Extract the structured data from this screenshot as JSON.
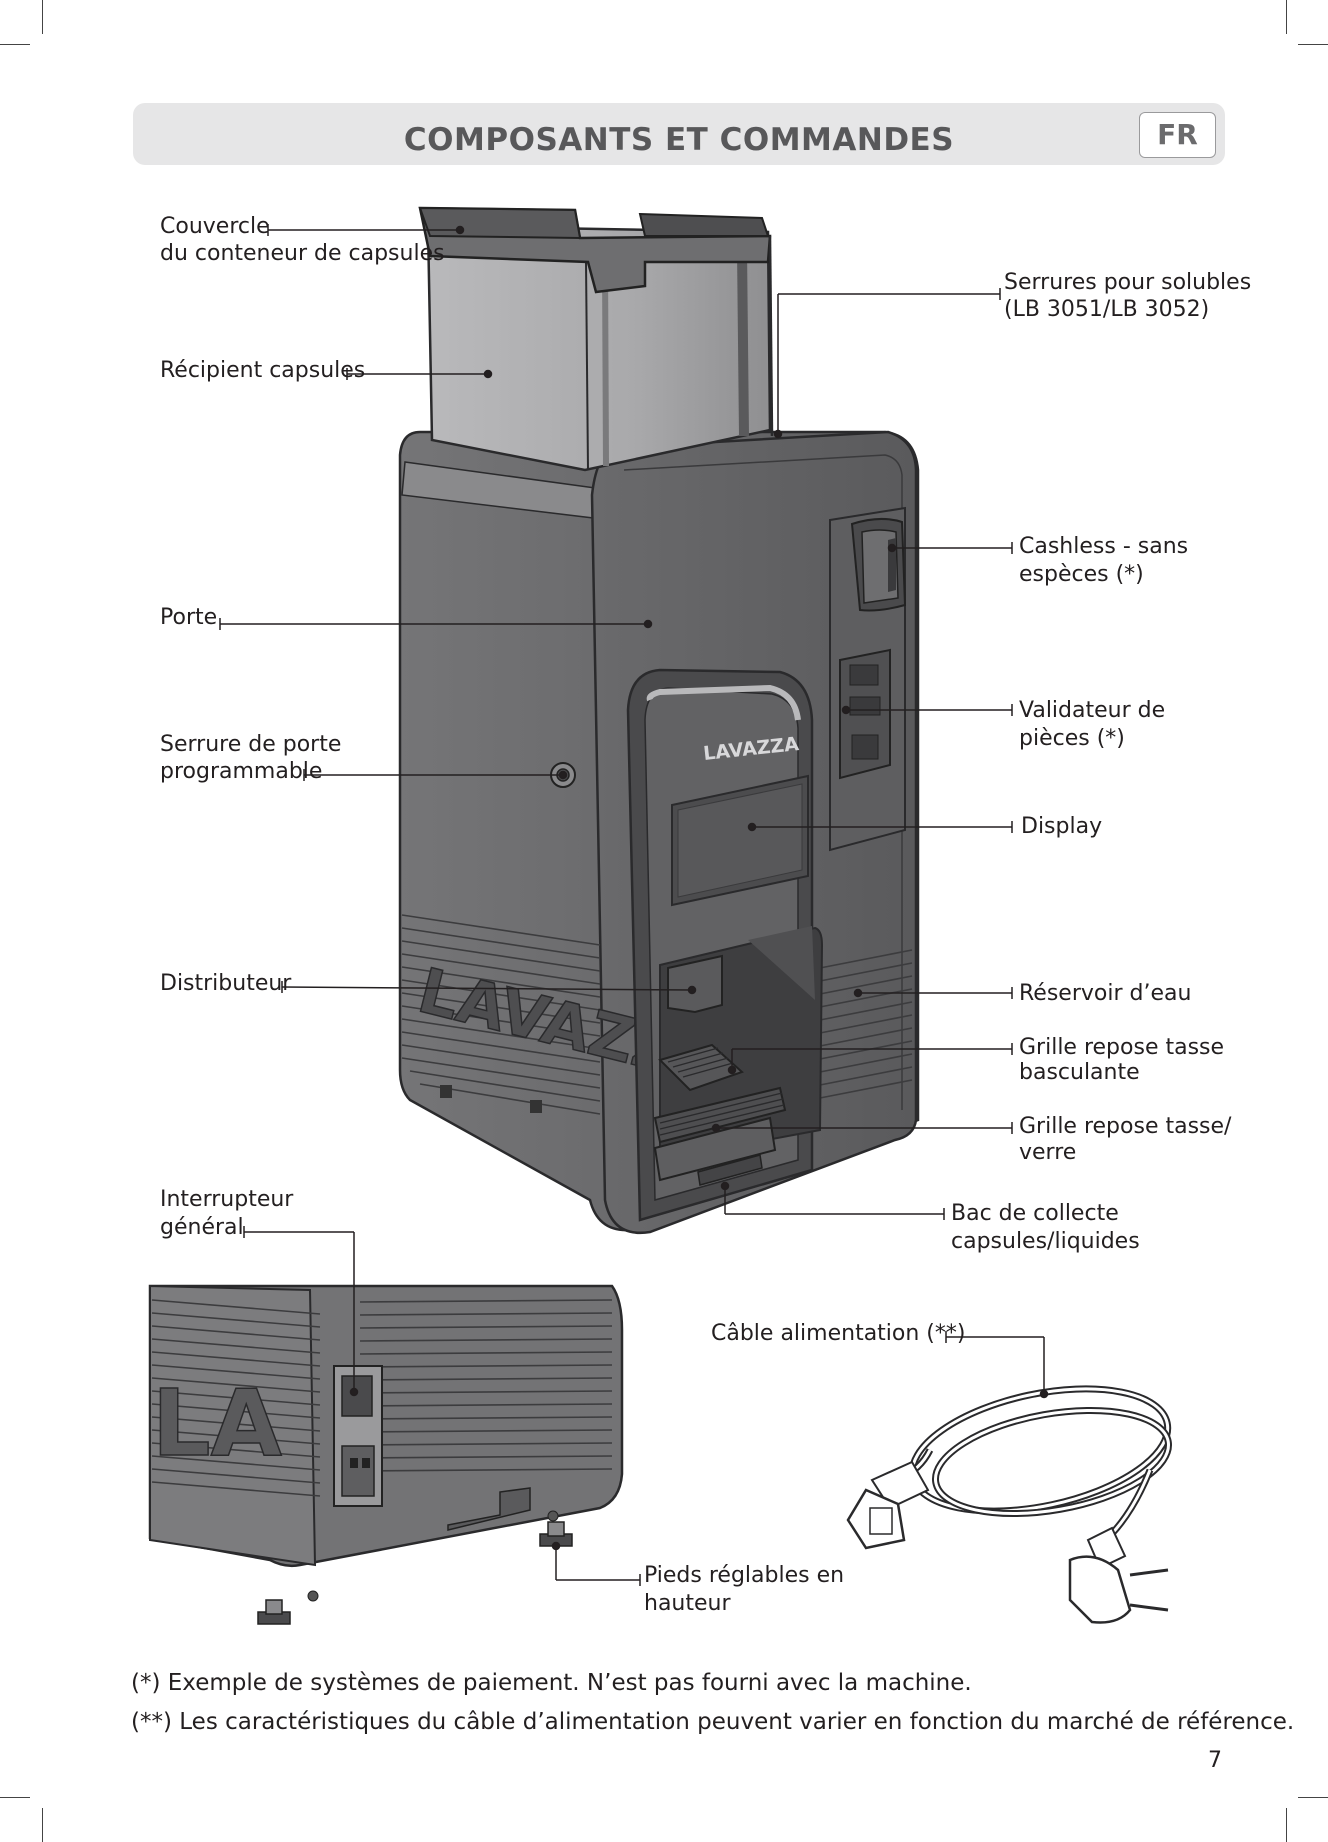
{
  "header": {
    "title": "COMPOSANTS ET COMMANDES",
    "lang": "FR"
  },
  "logo": {
    "brand_text": "LAVAZZA"
  },
  "labels": {
    "couvercle_1": "Couvercle",
    "couvercle_2": "du conteneur de capsules",
    "recipient": "Récipient capsules",
    "serrures_1": "Serrures pour solubles",
    "serrures_2": "(LB 3051/LB 3052)",
    "cashless_1": "Cashless - sans",
    "cashless_2": "espèces (*)",
    "porte": "Porte",
    "serrure_porte_1": "Serrure de porte",
    "serrure_porte_2": "programmable",
    "validateur_1": "Validateur de",
    "validateur_2": "pièces (*)",
    "display": "Display",
    "distributeur": "Distributeur",
    "reservoir": "Réservoir d’eau",
    "grille_bascul_1": "Grille repose tasse",
    "grille_bascul_2": "basculante",
    "grille_verre_1": "Grille repose tasse/",
    "grille_verre_2": "verre",
    "bac_1": "Bac de collecte",
    "bac_2": "capsules/liquides",
    "interrupteur_1": "Interrupteur",
    "interrupteur_2": "général",
    "cable": "Câble alimentation (**)",
    "pieds_1": "Pieds réglables en",
    "pieds_2": "hauteur"
  },
  "notes": {
    "note1": "(*) Exemple de systèmes de paiement. N’est pas fourni avec la machine.",
    "note2": "(**) Les caractéristiques du câble d’alimentation peuvent varier en fonction du marché de référence."
  },
  "page_number": "7"
}
